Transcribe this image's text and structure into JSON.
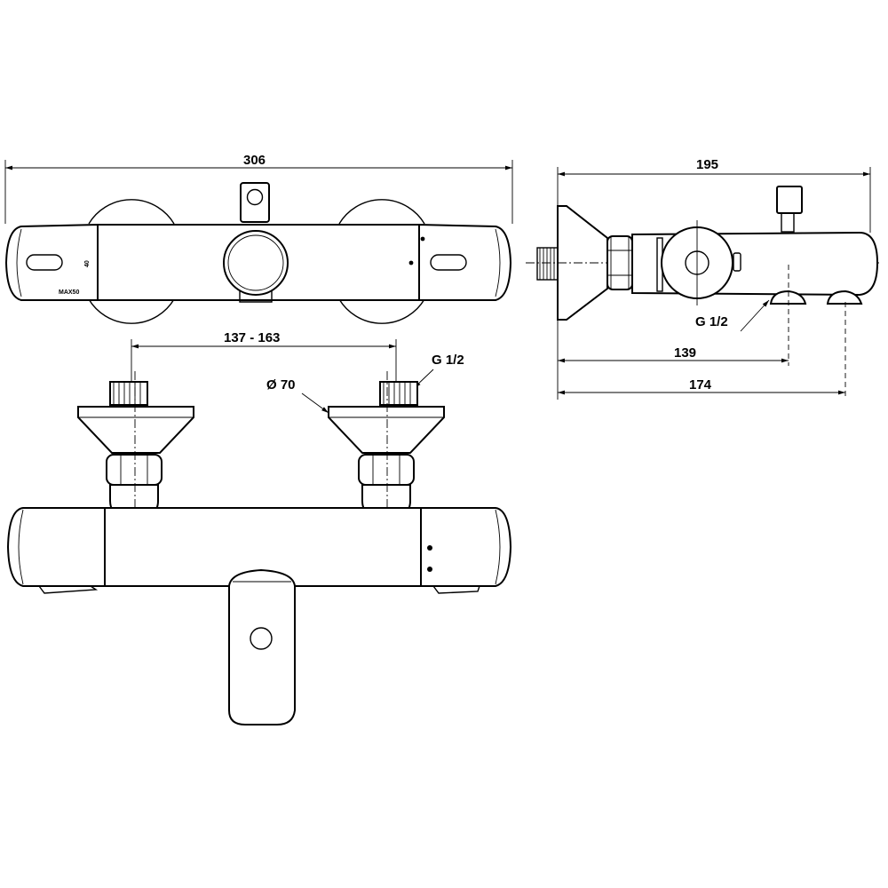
{
  "dimensions": {
    "overall_width": "306",
    "overall_depth": "195",
    "inlet_spacing": "137 - 163",
    "inlet_thread": "G 1/2",
    "flange_diameter": "Ø 70",
    "outlet_thread": "G 1/2",
    "outlet_distance": "139",
    "second_outlet_distance": "174"
  },
  "markings": {
    "max_label": "MAX50",
    "scale_label": "40"
  }
}
